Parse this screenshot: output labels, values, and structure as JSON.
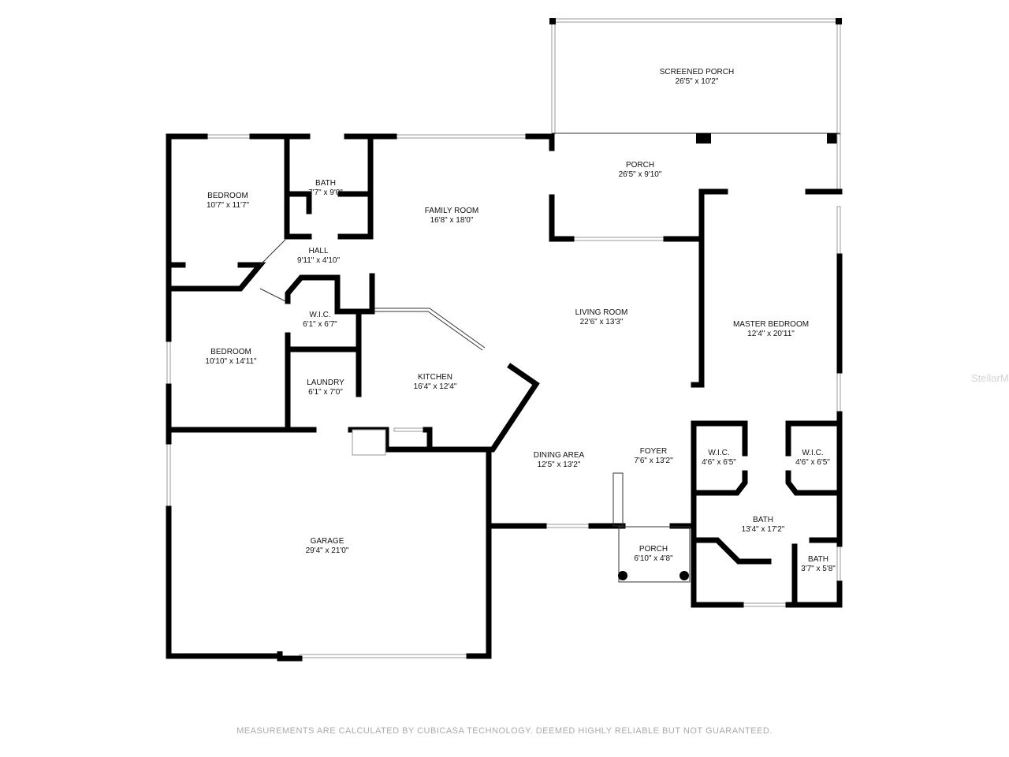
{
  "rooms": [
    {
      "name": "SCREENED PORCH",
      "size": "26'5\" x 10'2\""
    },
    {
      "name": "PORCH",
      "size": "26'5\" x 9'10\""
    },
    {
      "name": "BEDROOM",
      "size": "10'7\" x 11'7\""
    },
    {
      "name": "BATH",
      "size": "7'7\" x 9'0\""
    },
    {
      "name": "FAMILY ROOM",
      "size": "16'8\" x 18'0\""
    },
    {
      "name": "HALL",
      "size": "9'11\" x 4'10\""
    },
    {
      "name": "W.I.C.",
      "size": "6'1\" x 6'7\""
    },
    {
      "name": "LIVING ROOM",
      "size": "22'6\" x 13'3\""
    },
    {
      "name": "MASTER BEDROOM",
      "size": "12'4\" x 20'11\""
    },
    {
      "name": "BEDROOM",
      "size": "10'10\" x 14'11\""
    },
    {
      "name": "LAUNDRY",
      "size": "6'1\" x 7'0\""
    },
    {
      "name": "KITCHEN",
      "size": "16'4\" x 12'4\""
    },
    {
      "name": "DINING AREA",
      "size": "12'5\" x 13'2\""
    },
    {
      "name": "FOYER",
      "size": "7'6\" x 13'2\""
    },
    {
      "name": "W.I.C.",
      "size": "4'6\" x 6'5\""
    },
    {
      "name": "W.I.C.",
      "size": "4'6\" x 6'5\""
    },
    {
      "name": "BATH",
      "size": "13'4\" x 17'2\""
    },
    {
      "name": "GARAGE",
      "size": "29'4\" x 21'0\""
    },
    {
      "name": "PORCH",
      "size": "6'10\" x 4'8\""
    },
    {
      "name": "BATH",
      "size": "3'7\" x 5'8\""
    }
  ],
  "footer": "MEASUREMENTS ARE CALCULATED BY CUBICASA TECHNOLOGY. DEEMED HIGHLY RELIABLE BUT NOT GUARANTEED.",
  "watermark": "StellarMLS",
  "colors": {
    "wall": "#000000",
    "text": "#111111",
    "footer": "#aaaaaa"
  }
}
